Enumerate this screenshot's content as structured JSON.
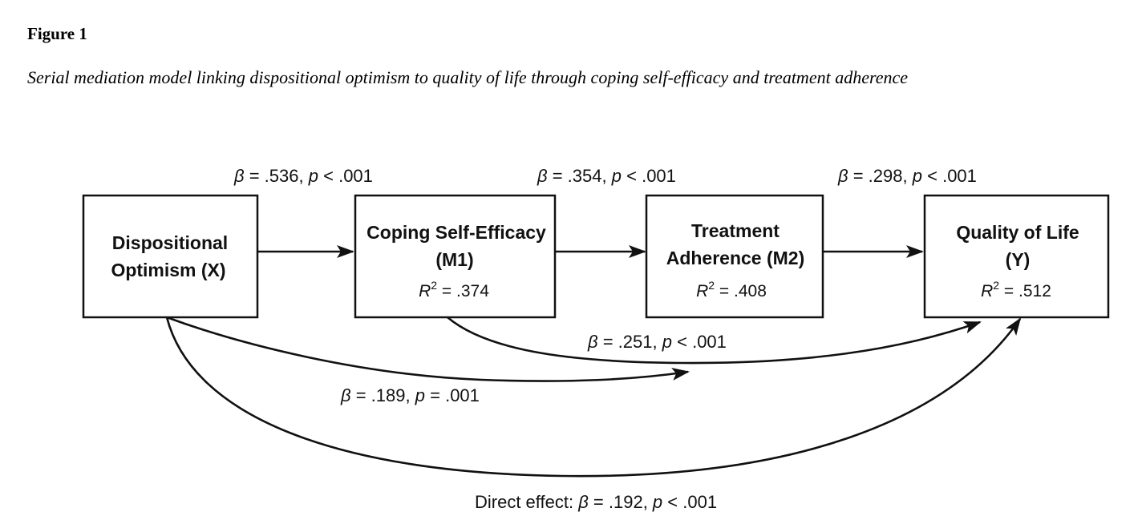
{
  "figure": {
    "label": "Figure 1",
    "caption": "Serial mediation model linking dispositional optimism to quality of life through coping self-efficacy and treatment adherence"
  },
  "nodes": {
    "x": {
      "line1": "Dispositional",
      "line2": "Optimism (X)"
    },
    "m1": {
      "line1": "Coping Self-Efficacy",
      "line2": "(M1)",
      "r2": ".374"
    },
    "m2": {
      "line1": "Treatment",
      "line2": "Adherence (M2)",
      "r2": ".408"
    },
    "y": {
      "line1": "Quality of Life",
      "line2": "(Y)",
      "r2": ".512"
    }
  },
  "r2_symbol": "R",
  "r2_exp": "2",
  "r2_eq": " = ",
  "paths": {
    "x_m1": {
      "beta": ".536",
      "p_op": "<",
      "p": ".001"
    },
    "m1_m2": {
      "beta": ".354",
      "p_op": "<",
      "p": ".001"
    },
    "m2_y": {
      "beta": ".298",
      "p_op": "<",
      "p": ".001"
    },
    "m1_y": {
      "beta": ".251",
      "p_op": "<",
      "p": ".001"
    },
    "x_m2": {
      "beta": ".189",
      "p_op": "=",
      "p": ".001"
    },
    "x_y_direct": {
      "prefix": "Direct effect: ",
      "beta": ".192",
      "p_op": "<",
      "p": ".001"
    }
  },
  "symbols": {
    "beta": "β",
    "p": "p",
    "eq": " = ",
    "sep": ", "
  }
}
